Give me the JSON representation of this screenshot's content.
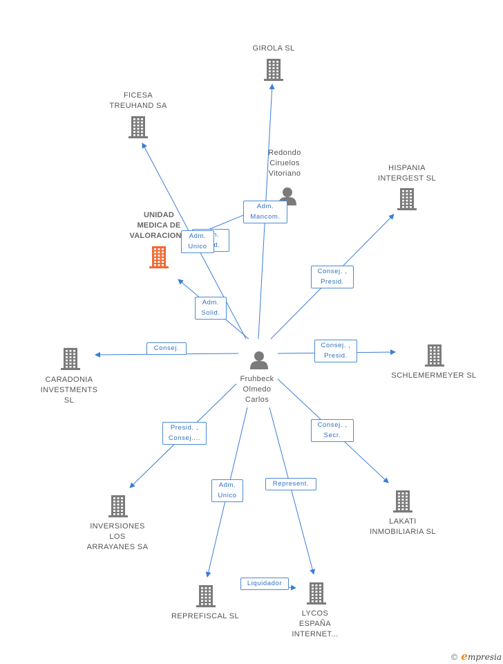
{
  "nodes": {
    "girola": {
      "label": "GIROLA SL",
      "type": "company"
    },
    "ficesa": {
      "label": "FICESA\nTREUHAND SA",
      "type": "company"
    },
    "redondo": {
      "label": "Redondo\nCiruelos\nVitoriano",
      "type": "person"
    },
    "hispania": {
      "label": "HISPANIA\nINTERGEST SL",
      "type": "company"
    },
    "unidad": {
      "label": "UNIDAD\nMEDICA DE\nVALORACION...",
      "type": "company-focus"
    },
    "caradonia": {
      "label": "CARADONIA\nINVESTMENTS\nSL",
      "type": "company"
    },
    "fruhbeck": {
      "label": "Fruhbeck\nOlmedo\nCarlos",
      "type": "person"
    },
    "schlemermeyer": {
      "label": "SCHLEMERMEYER SL",
      "type": "company"
    },
    "inversiones": {
      "label": "INVERSIONES\nLOS\nARRAYANES SA",
      "type": "company"
    },
    "lakati": {
      "label": "LAKATI\nINMOBILIARIA SL",
      "type": "company"
    },
    "reprefiscal": {
      "label": "REPREFISCAL SL",
      "type": "company"
    },
    "lycos": {
      "label": "LYCOS\nESPAÑA\nINTERNET...",
      "type": "company"
    }
  },
  "relations": [
    {
      "from": "fruhbeck",
      "to": "ficesa",
      "label": "Adm.\nSolid."
    },
    {
      "from": "fruhbeck",
      "to": "girola",
      "label": "Adm.\nMancom."
    },
    {
      "from": "redondo",
      "to": "ficesa",
      "label": "Adm.\nUnico"
    },
    {
      "from": "fruhbeck",
      "to": "unidad",
      "label": "Adm.\nSolid."
    },
    {
      "from": "fruhbeck",
      "to": "hispania",
      "label": "Consej. ,\nPresid."
    },
    {
      "from": "fruhbeck",
      "to": "caradonia",
      "label": "Consej."
    },
    {
      "from": "fruhbeck",
      "to": "schlemermeyer",
      "label": "Consej. ,\nPresid."
    },
    {
      "from": "fruhbeck",
      "to": "inversiones",
      "label": "Presid. ,\nConsej...."
    },
    {
      "from": "fruhbeck",
      "to": "lakati",
      "label": "Consej. ,\nSecr."
    },
    {
      "from": "fruhbeck",
      "to": "reprefiscal",
      "label": "Adm.\nUnico"
    },
    {
      "from": "fruhbeck",
      "to": "lycos",
      "label": "Represent."
    },
    {
      "from": "reprefiscal",
      "to": "lycos",
      "label": "Liquidador"
    }
  ],
  "colors": {
    "edge": "#3b7dd8",
    "company": "#7b7b7b",
    "focus": "#f26a35",
    "person": "#7b7b7b"
  },
  "footer": {
    "copyright": "©",
    "brand_e": "e",
    "brand_rest": "mpresia"
  }
}
